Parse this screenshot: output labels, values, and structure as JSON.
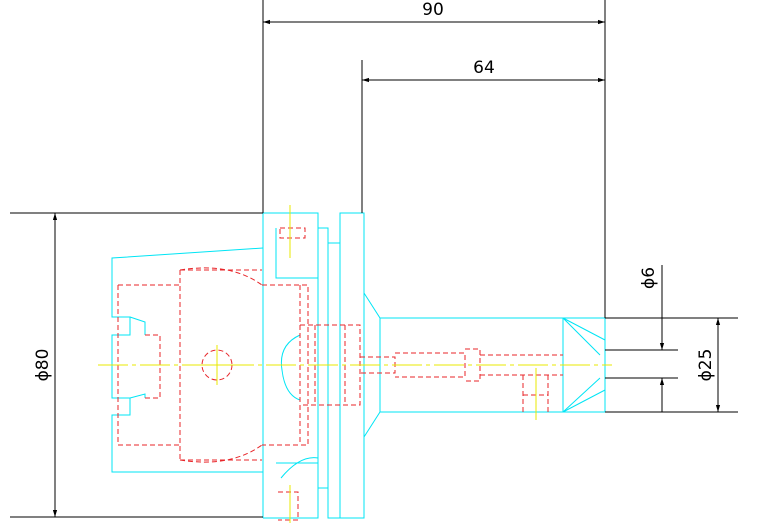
{
  "drawing": {
    "dimensions": {
      "length_overall": "90",
      "length_shank": "64",
      "diameter_flange": "ϕ80",
      "diameter_bore": "ϕ6",
      "diameter_nose": "ϕ25"
    },
    "colors": {
      "outline": "#00e5f5",
      "hidden": "#e8262a",
      "centerline": "#e8e800",
      "dimension": "#000000",
      "background": "#ffffff"
    }
  }
}
